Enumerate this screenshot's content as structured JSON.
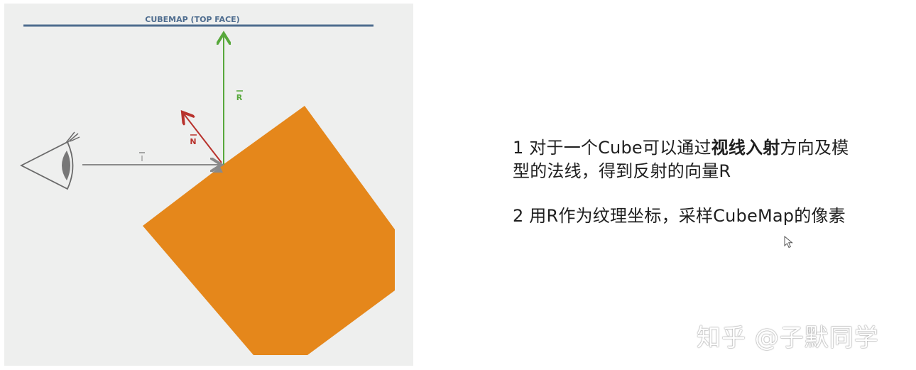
{
  "diagram": {
    "title": "CUBEMAP (TOP FACE)",
    "vector_labels": {
      "reflected": "R",
      "normal": "N",
      "incident": "I"
    },
    "colors": {
      "panel_background": "#eeefee",
      "top_face_line": "#4f6d8f",
      "cube_fill": "#e5871b",
      "reflected_arrow": "#57a83b",
      "normal_arrow": "#b8322c",
      "incident_arrow": "#8a8a8a",
      "eye_outline": "#6a6a6a",
      "eye_pupil": "#777777"
    },
    "icons": [
      "eye-icon"
    ]
  },
  "notes": {
    "item1_line1_prefix": "1 对于一个Cube可以通过",
    "item1_line1_bold": "视线入射",
    "item1_line1_suffix": "方向及模",
    "item1_line2": "型的法线，得到反射的向量R",
    "item2": "2 用R作为纹理坐标，采样CubeMap的像素"
  },
  "watermark": {
    "text": "知乎 @子默同学"
  }
}
